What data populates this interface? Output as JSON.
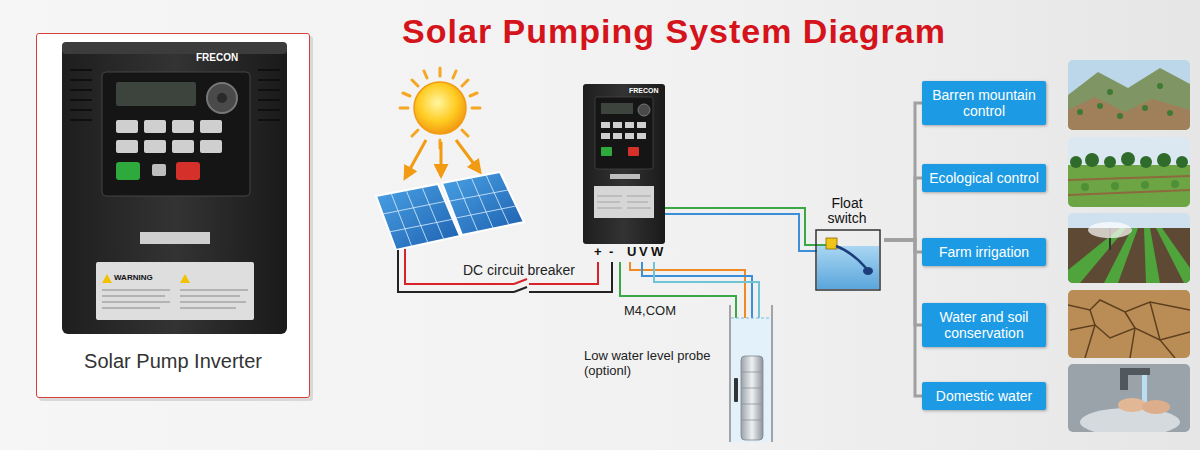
{
  "diagram": {
    "title": "Solar Pumping System Diagram",
    "nodes": [
      {
        "text": [
          "Solar Pump Inverter"
        ]
      },
      {
        "text": [
          "Float switch"
        ]
      },
      {
        "text": [
          "Barren mountain control"
        ]
      },
      {
        "text": [
          "Ecological control"
        ]
      },
      {
        "text": [
          "Farm irrigation"
        ]
      },
      {
        "text": [
          "Water and soil conservation"
        ]
      },
      {
        "text": [
          "Domestic water"
        ]
      }
    ],
    "edges": [
      {
        "from": 1,
        "to": 2,
        "arrow": "none"
      },
      {
        "from": 1,
        "to": 3,
        "arrow": "none"
      },
      {
        "from": 1,
        "to": 4,
        "arrow": "none"
      },
      {
        "from": 1,
        "to": 5,
        "arrow": "none"
      },
      {
        "from": 1,
        "to": 6,
        "arrow": "none"
      }
    ],
    "labels": [
      "FRECON",
      "WARNING",
      "FRECON",
      "+",
      "-",
      "U",
      "V",
      "W",
      "DC circuit breaker",
      "M4,COM",
      "Low water level probe (optionl)"
    ]
  }
}
